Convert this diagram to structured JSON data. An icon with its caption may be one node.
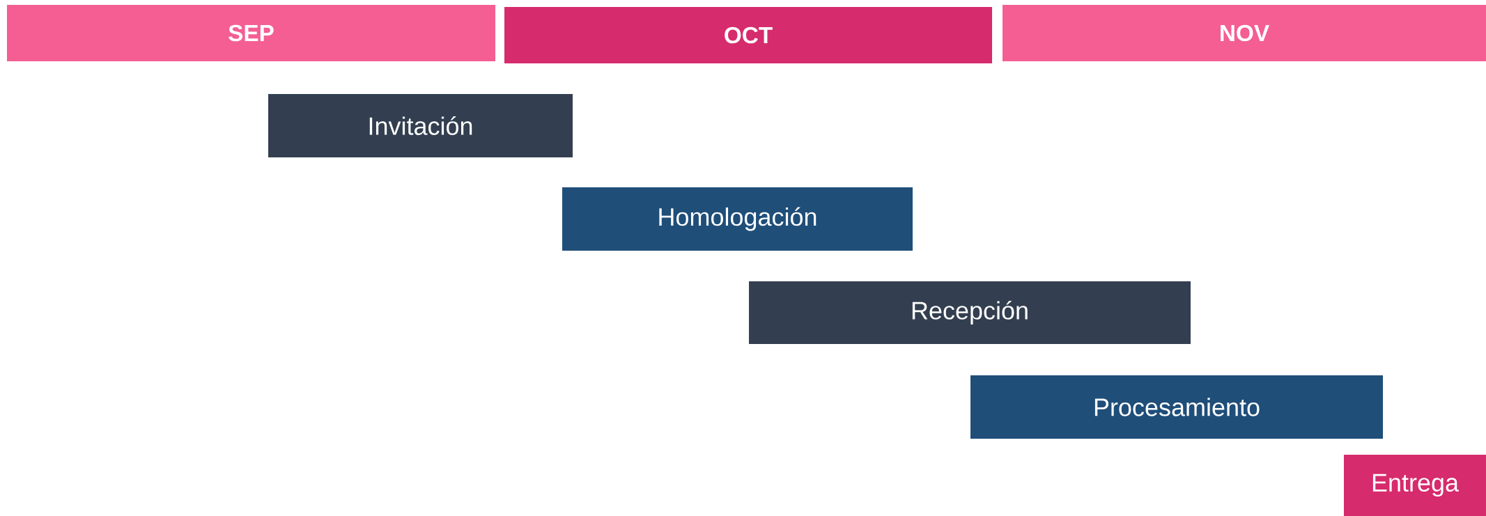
{
  "diagram": {
    "nodes": [
      {
        "text": [
          "SEP"
        ]
      },
      {
        "text": [
          "OCT"
        ]
      },
      {
        "text": [
          "NOV"
        ]
      },
      {
        "text": [
          "Invitación"
        ]
      },
      {
        "text": [
          "Homologación"
        ]
      },
      {
        "text": [
          "Recepción"
        ]
      },
      {
        "text": [
          "Procesamiento"
        ]
      },
      {
        "text": [
          "Entrega"
        ]
      }
    ]
  }
}
